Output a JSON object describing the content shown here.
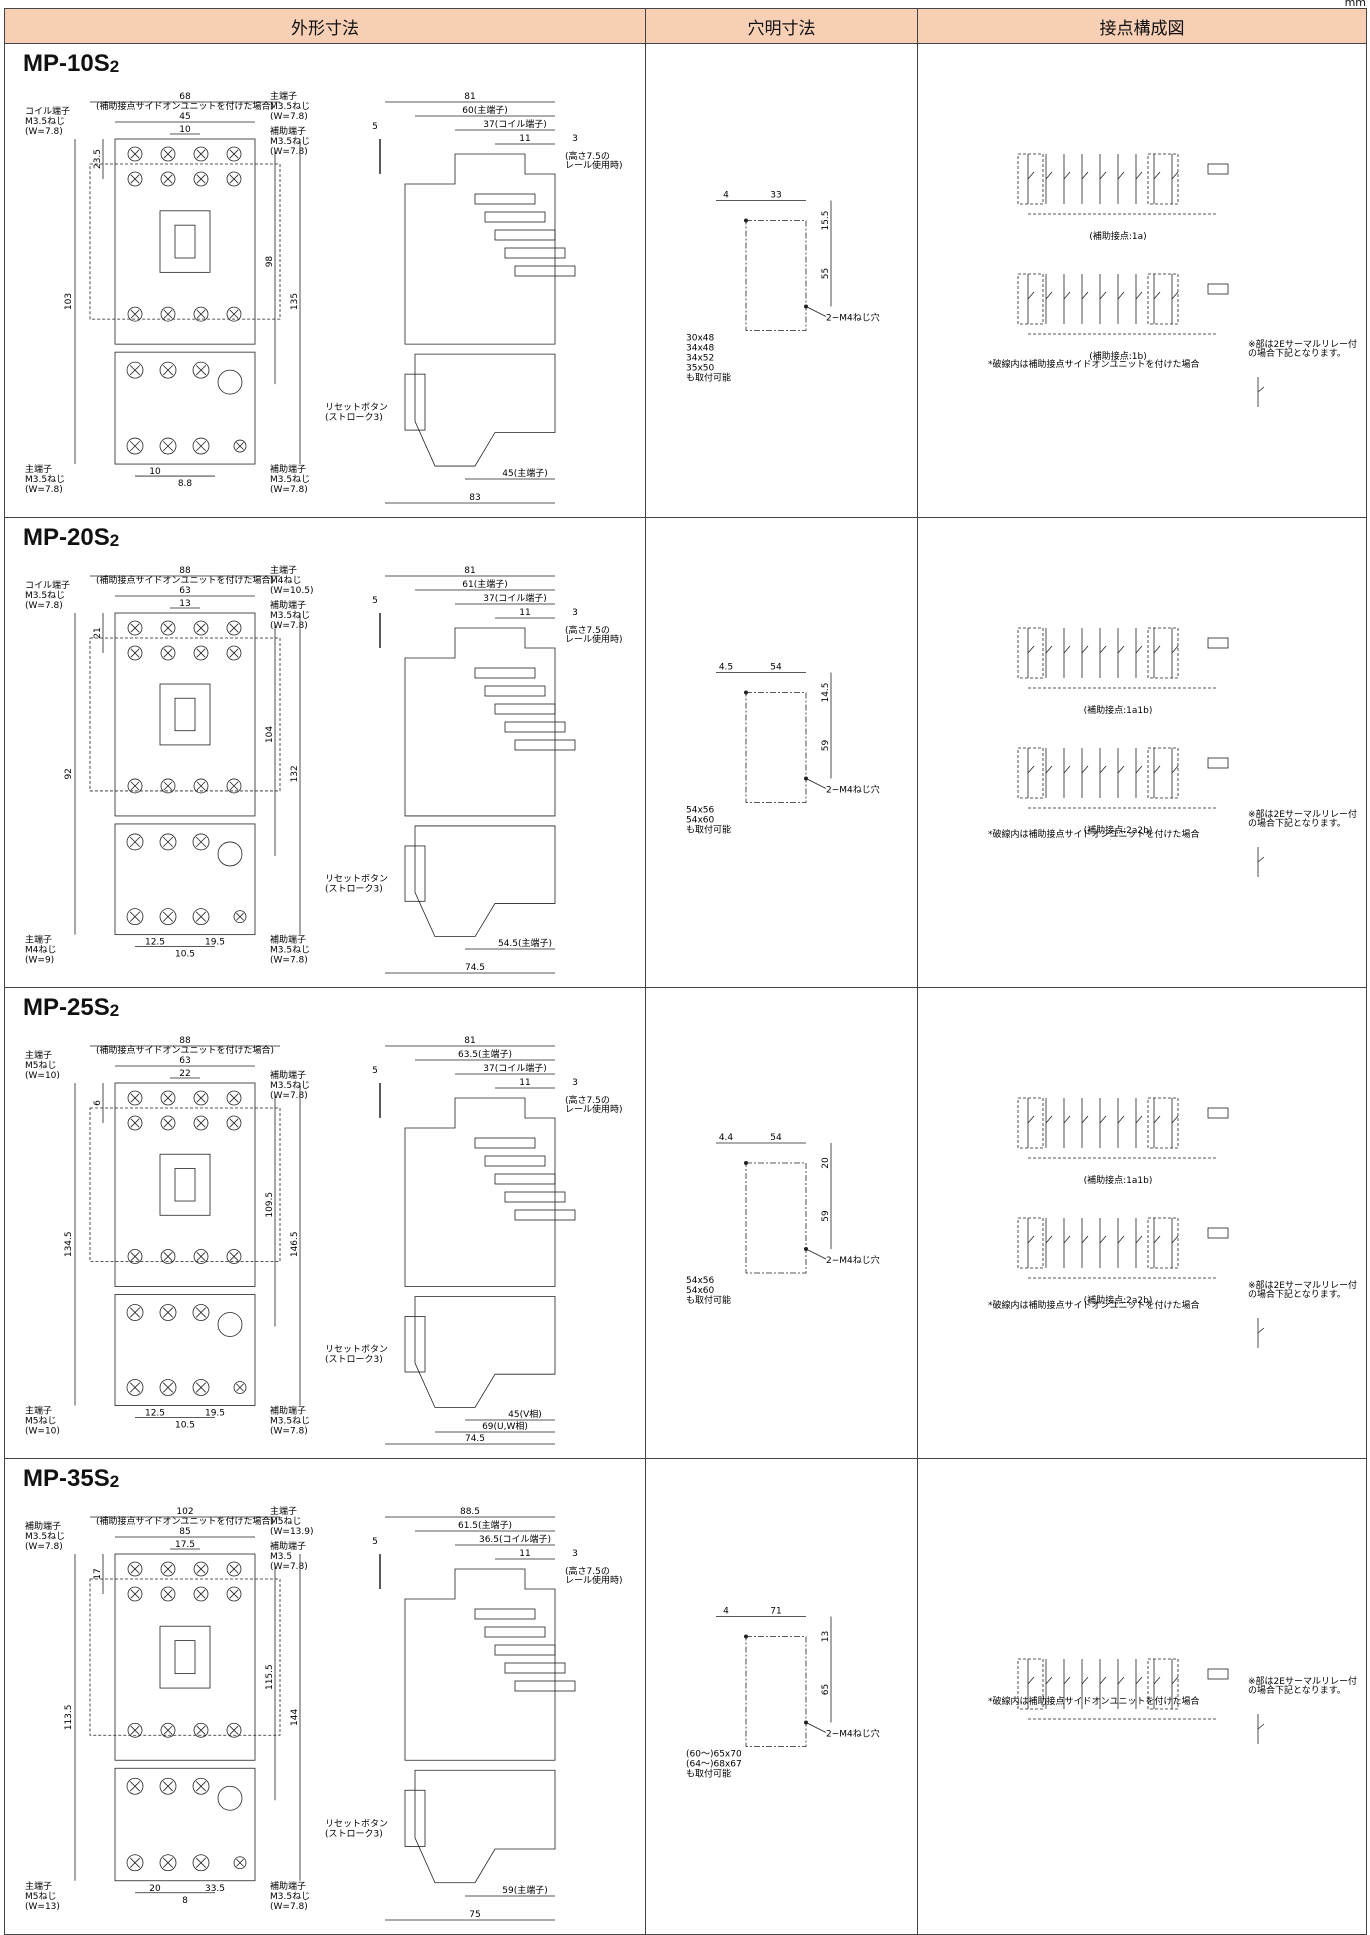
{
  "header": {
    "unit": "mm",
    "col_outline": "外形寸法",
    "col_hole": "穴明寸法",
    "col_contact": "接点構成図"
  },
  "rows": [
    {
      "model": "MP-10S",
      "model_sub": "2",
      "outline": {
        "top_width": "68",
        "top_width_note": "(補助接点サイドオンユニットを付けた場合)",
        "w1": "45",
        "w2": "10",
        "coil_terminal": [
          "コイル端子",
          "M3.5ねじ",
          "(W=7.8)"
        ],
        "main_terminal_top": [
          "主端子",
          "M3.5ねじ",
          "(W=7.8)"
        ],
        "aux_terminal_top": [
          "補助端子",
          "M3.5ねじ",
          "(W=7.8)"
        ],
        "v1": "23.5",
        "v2": "98",
        "v3": "135",
        "v4": "103",
        "main_terminal_bottom": [
          "主端子",
          "M3.5ねじ",
          "(W=7.8)"
        ],
        "aux_terminal_bottom": [
          "補助端子",
          "M3.5ねじ",
          "(W=7.8)"
        ],
        "b1": "10",
        "b2": "8.8",
        "side_total": "81",
        "side_main": "60(主端子)",
        "side_coil": "37(コイル端子)",
        "side_11": "11",
        "side_3": "3",
        "side_5": "5",
        "rail": [
          "(高さ7.5の",
          "レール使用時)"
        ],
        "reset": [
          "リセットボタン",
          "(ストローク3)"
        ],
        "bottom_main": "45(主端子)",
        "bottom_total": "83"
      },
      "hole": {
        "left": "4",
        "width": "33",
        "top": "15.5",
        "height": "55",
        "screw": "2−M4ねじ穴",
        "alt": [
          "30x48",
          "34x48",
          "34x52",
          "35x50",
          "も取付可能"
        ]
      },
      "contact": {
        "labels": [
          "(補助接点:1a)",
          "(補助接点:1b)"
        ],
        "note": "*破線内は補助接点サイドオンユニットを付けた場合",
        "thermal_note": [
          "※部は2Eサーマルリレー付",
          "の場合下記となります。"
        ]
      }
    },
    {
      "model": "MP-20S",
      "model_sub": "2",
      "outline": {
        "top_width": "88",
        "top_width_note": "(補助接点サイドオンユニットを付けた場合)",
        "w1": "63",
        "w2": "13",
        "coil_terminal": [
          "コイル端子",
          "M3.5ねじ",
          "(W=7.8)"
        ],
        "main_terminal_top": [
          "主端子",
          "M4ねじ",
          "(W=10.5)"
        ],
        "aux_terminal_top": [
          "補助端子",
          "M3.5ねじ",
          "(W=7.8)"
        ],
        "v1": "21",
        "v2": "104",
        "v3": "132",
        "v4": "92",
        "main_terminal_bottom": [
          "主端子",
          "M4ねじ",
          "(W=9)"
        ],
        "aux_terminal_bottom": [
          "補助端子",
          "M3.5ねじ",
          "(W=7.8)"
        ],
        "b1": "12.5",
        "b2": "10.5",
        "b3": "19.5",
        "side_total": "81",
        "side_main": "61(主端子)",
        "side_coil": "37(コイル端子)",
        "side_11": "11",
        "side_3": "3",
        "side_5": "5",
        "rail": [
          "(高さ7.5の",
          "レール使用時)"
        ],
        "reset": [
          "リセットボタン",
          "(ストローク3)"
        ],
        "bottom_main": "54.5(主端子)",
        "bottom_total": "74.5"
      },
      "hole": {
        "left": "4.5",
        "width": "54",
        "top": "14.5",
        "height": "59",
        "screw": "2−M4ねじ穴",
        "alt": [
          "54x56",
          "54x60",
          "も取付可能"
        ]
      },
      "contact": {
        "labels": [
          "(補助接点:1a1b)",
          "(補助接点:2a2b)"
        ],
        "note": "*破線内は補助接点サイドオンユニットを付けた場合",
        "thermal_note": [
          "※部は2Eサーマルリレー付",
          "の場合下記となります。"
        ]
      }
    },
    {
      "model": "MP-25S",
      "model_sub": "2",
      "outline": {
        "top_width": "88",
        "top_width_note": "(補助接点サイドオンユニットを付けた場合)",
        "w1": "63",
        "w2": "22",
        "coil_terminal": [
          "主端子",
          "M5ねじ",
          "(W=10)"
        ],
        "main_terminal_top": [
          "",
          ""
        ],
        "aux_terminal_top": [
          "補助端子",
          "M3.5ねじ",
          "(W=7.8)"
        ],
        "v1": "6",
        "v2": "109.5",
        "v3": "146.5",
        "v4": "134.5",
        "main_terminal_bottom": [
          "主端子",
          "M5ねじ",
          "(W=10)"
        ],
        "aux_terminal_bottom": [
          "補助端子",
          "M3.5ねじ",
          "(W=7.8)"
        ],
        "b1": "12.5",
        "b2": "10.5",
        "b3": "19.5",
        "side_total": "81",
        "side_main": "63.5(主端子)",
        "side_coil": "37(コイル端子)",
        "side_11": "11",
        "side_3": "3",
        "side_5": "5",
        "rail": [
          "(高さ7.5の",
          "レール使用時)"
        ],
        "reset": [
          "リセットボタン",
          "(ストローク3)"
        ],
        "bottom_main": "45(V相)",
        "bottom_mid": "69(U,W相)",
        "bottom_total": "74.5"
      },
      "hole": {
        "left": "4.4",
        "width": "54",
        "top": "20",
        "height": "59",
        "screw": "2−M4ねじ穴",
        "alt": [
          "54x56",
          "54x60",
          "も取付可能"
        ]
      },
      "contact": {
        "labels": [
          "(補助接点:1a1b)",
          "(補助接点:2a2b)"
        ],
        "note": "*破線内は補助接点サイドオンユニットを付けた場合",
        "thermal_note": [
          "※部は2Eサーマルリレー付",
          "の場合下記となります。"
        ]
      }
    },
    {
      "model": "MP-35S",
      "model_sub": "2",
      "outline": {
        "top_width": "102",
        "top_width_note": "(補助接点サイドオンユニットを付けた場合)",
        "w1": "85",
        "w2": "17.5",
        "coil_terminal": [
          "補助端子",
          "M3.5ねじ",
          "(W=7.8)"
        ],
        "main_terminal_top": [
          "主端子",
          "M5ねじ",
          "(W=13.9)"
        ],
        "aux_terminal_top": [
          "補助端子",
          "M3.5",
          "(W=7.8)"
        ],
        "v1": "17",
        "v2": "115.5",
        "v3": "144",
        "v4": "113.5",
        "main_terminal_bottom": [
          "主端子",
          "M5ねじ",
          "(W=13)"
        ],
        "aux_terminal_bottom": [
          "補助端子",
          "M3.5ねじ",
          "(W=7.8)"
        ],
        "b1": "20",
        "b2": "8",
        "b3": "33.5",
        "side_total": "88.5",
        "side_main": "61.5(主端子)",
        "side_coil": "36.5(コイル端子)",
        "side_11": "11",
        "side_3": "3",
        "side_5": "5",
        "rail": [
          "(高さ7.5の",
          "レール使用時)"
        ],
        "reset": [
          "リセットボタン",
          "(ストローク3)"
        ],
        "bottom_main": "59(主端子)",
        "bottom_total": "75"
      },
      "hole": {
        "left": "4",
        "width": "71",
        "top": "13",
        "height": "65",
        "screw": "2−M4ねじ穴",
        "alt": [
          "(60〜)65x70",
          "(64〜)68x67",
          "も取付可能"
        ]
      },
      "contact": {
        "labels": [],
        "note": "*破線内は補助接点サイドオンユニットを付けた場合",
        "thermal_note": [
          "※部は2Eサーマルリレー付",
          "の場合下記となります。"
        ]
      }
    }
  ]
}
